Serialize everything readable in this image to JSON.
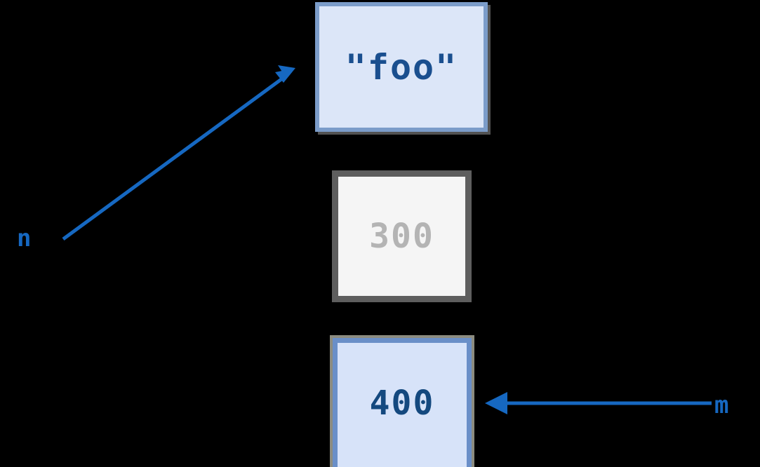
{
  "diagram": {
    "title": "variable binding diagram",
    "background_color": "#000000",
    "accent_color": "#1668c1",
    "boxes": [
      {
        "id": "box-foo",
        "value": "\"foo\"",
        "state": "active",
        "fill_color": "#dce6f8",
        "border_color": "#7b9cc9",
        "text_color": "#1a4f8f"
      },
      {
        "id": "box-300",
        "value": "300",
        "state": "dimmed",
        "fill_color": "#f5f5f5",
        "border_color": "#5e5e5e",
        "text_color": "#b4b4b4"
      },
      {
        "id": "box-400",
        "value": "400",
        "state": "active",
        "fill_color": "#d7e3f9",
        "border_color": "#6a8fc8",
        "text_color": "#14497f"
      }
    ],
    "labels": [
      {
        "id": "label-left",
        "text": "n",
        "color": "#1668c1"
      },
      {
        "id": "label-right",
        "text": "m",
        "color": "#1668c1"
      }
    ],
    "arrows": [
      {
        "id": "arrow-diagonal",
        "from_label": "n",
        "to_box": "box-foo",
        "direction": "up-right",
        "color": "#1668c1"
      },
      {
        "id": "arrow-horizontal",
        "from_label": "m",
        "to_box": "box-400",
        "direction": "left",
        "color": "#1668c1"
      }
    ]
  }
}
